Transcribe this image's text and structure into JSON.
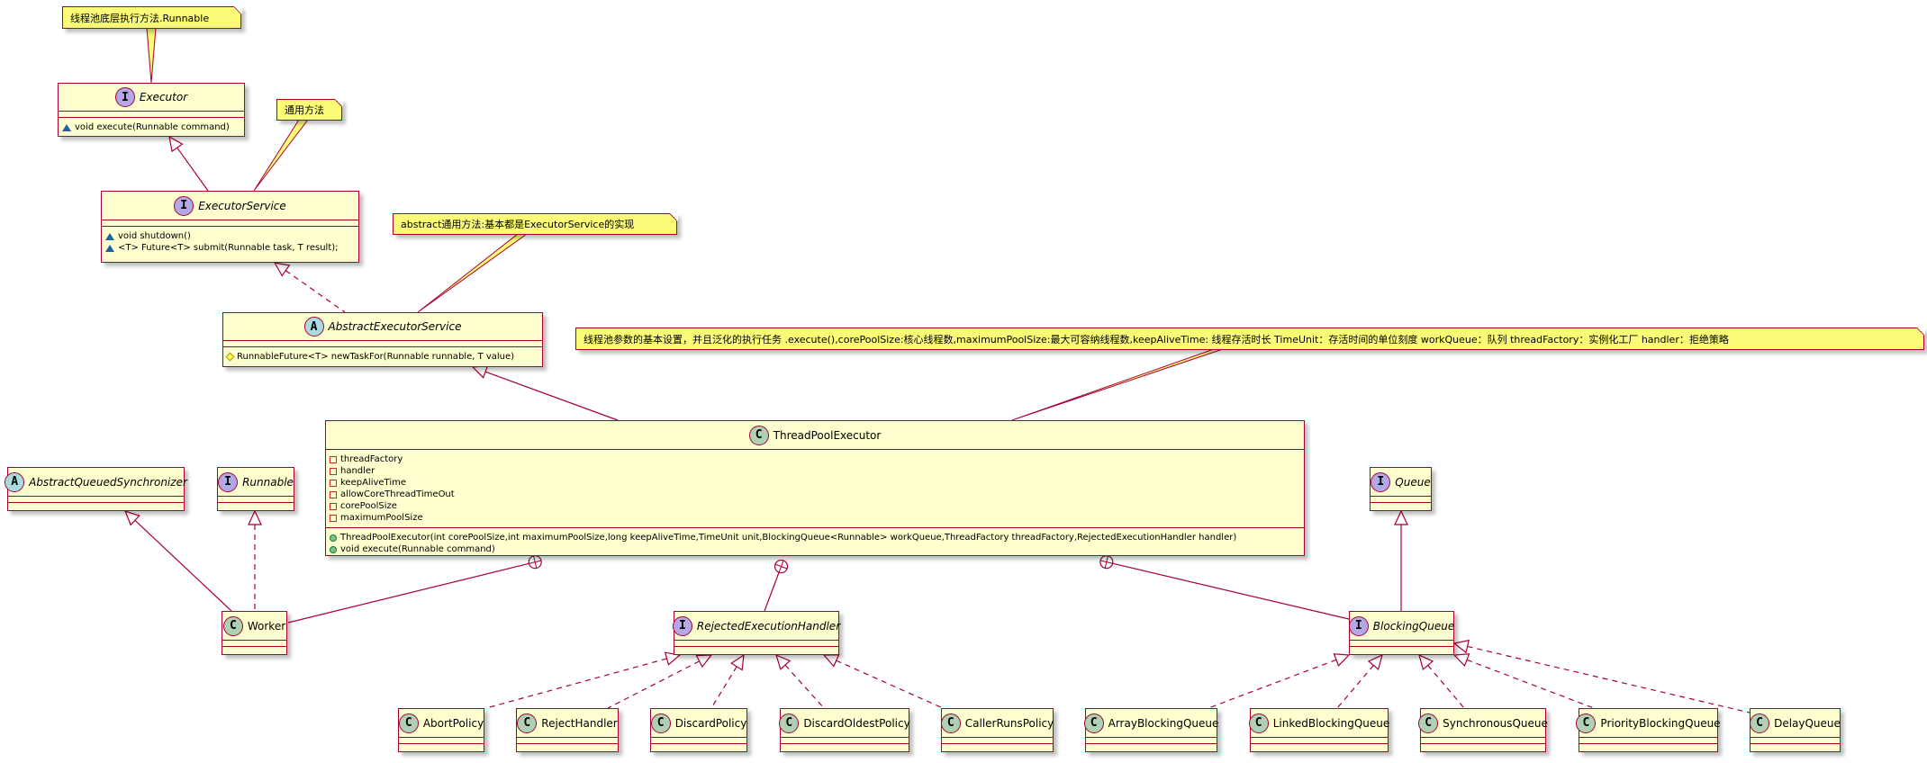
{
  "colors": {
    "border": "#A80036",
    "class_fill": "#FEFECE",
    "note_fill": "#FBFB77",
    "interface_badge": "#B4A7E5",
    "abstract_badge": "#A9DCDF",
    "class_badge": "#ADD1B2"
  },
  "notes": {
    "executor_note": "线程池底层执行方法.Runnable",
    "executor_service_note": "通用方法",
    "abstract_note": "abstract通用方法:基本都是ExecutorService的实现",
    "tpe_note": "线程池参数的基本设置，并且泛化的执行任务 .execute(),corePoolSize:核心线程数,maximumPoolSize:最大可容纳线程数,keepAliveTime: 线程存活时长 TimeUnit：存活时间的单位刻度 workQueue：队列 threadFactory：实例化工厂 handler：拒绝策略"
  },
  "classes": {
    "Executor": {
      "kind": "interface",
      "badge": "I",
      "name": "Executor",
      "fields": [],
      "methods": [
        {
          "vis": "package",
          "text": "void execute(Runnable command)"
        }
      ]
    },
    "ExecutorService": {
      "kind": "interface",
      "badge": "I",
      "name": "ExecutorService",
      "fields": [],
      "methods": [
        {
          "vis": "package",
          "text": "void shutdown()"
        },
        {
          "vis": "package",
          "text": "<T> Future<T> submit(Runnable task, T result);"
        }
      ]
    },
    "AbstractExecutorService": {
      "kind": "abstract",
      "badge": "A",
      "name": "AbstractExecutorService",
      "fields": [],
      "methods": [
        {
          "vis": "protected",
          "text": "RunnableFuture<T> newTaskFor(Runnable runnable, T value)"
        }
      ]
    },
    "ThreadPoolExecutor": {
      "kind": "class",
      "badge": "C",
      "name": "ThreadPoolExecutor",
      "fields": [
        {
          "vis": "private",
          "text": "threadFactory"
        },
        {
          "vis": "private",
          "text": "handler"
        },
        {
          "vis": "private",
          "text": "keepAliveTime"
        },
        {
          "vis": "private",
          "text": "allowCoreThreadTimeOut"
        },
        {
          "vis": "private",
          "text": "corePoolSize"
        },
        {
          "vis": "private",
          "text": "maximumPoolSize"
        }
      ],
      "methods": [
        {
          "vis": "public",
          "text": "ThreadPoolExecutor(int corePoolSize,int maximumPoolSize,long keepAliveTime,TimeUnit unit,BlockingQueue<Runnable> workQueue,ThreadFactory threadFactory,RejectedExecutionHandler handler)"
        },
        {
          "vis": "public",
          "text": "void execute(Runnable command)"
        }
      ]
    },
    "AbstractQueuedSynchronizer": {
      "kind": "abstract",
      "badge": "A",
      "name": "AbstractQueuedSynchronizer",
      "fields": [],
      "methods": []
    },
    "Runnable": {
      "kind": "interface",
      "badge": "I",
      "name": "Runnable",
      "fields": [],
      "methods": []
    },
    "Worker": {
      "kind": "class",
      "badge": "C",
      "name": "Worker",
      "fields": [],
      "methods": []
    },
    "RejectedExecutionHandler": {
      "kind": "interface",
      "badge": "I",
      "name": "RejectedExecutionHandler",
      "fields": [],
      "methods": []
    },
    "Queue": {
      "kind": "interface",
      "badge": "I",
      "name": "Queue",
      "fields": [],
      "methods": []
    },
    "BlockingQueue": {
      "kind": "interface",
      "badge": "I",
      "name": "BlockingQueue",
      "fields": [],
      "methods": []
    },
    "AbortPolicy": {
      "kind": "class",
      "badge": "C",
      "name": "AbortPolicy",
      "fields": [],
      "methods": []
    },
    "RejectHandler": {
      "kind": "class",
      "badge": "C",
      "name": "RejectHandler",
      "fields": [],
      "methods": []
    },
    "DiscardPolicy": {
      "kind": "class",
      "badge": "C",
      "name": "DiscardPolicy",
      "fields": [],
      "methods": []
    },
    "DiscardOldestPolicy": {
      "kind": "class",
      "badge": "C",
      "name": "DiscardOldestPolicy",
      "fields": [],
      "methods": []
    },
    "CallerRunsPolicy": {
      "kind": "class",
      "badge": "C",
      "name": "CallerRunsPolicy",
      "fields": [],
      "methods": []
    },
    "ArrayBlockingQueue": {
      "kind": "class",
      "badge": "C",
      "name": "ArrayBlockingQueue",
      "fields": [],
      "methods": []
    },
    "LinkedBlockingQueue": {
      "kind": "class",
      "badge": "C",
      "name": "LinkedBlockingQueue",
      "fields": [],
      "methods": []
    },
    "SynchronousQueue": {
      "kind": "class",
      "badge": "C",
      "name": "SynchronousQueue",
      "fields": [],
      "methods": []
    },
    "PriorityBlockingQueue": {
      "kind": "class",
      "badge": "C",
      "name": "PriorityBlockingQueue",
      "fields": [],
      "methods": []
    },
    "DelayQueue": {
      "kind": "class",
      "badge": "C",
      "name": "DelayQueue",
      "fields": [],
      "methods": []
    }
  },
  "relations": [
    {
      "from": "ExecutorService",
      "to": "Executor",
      "type": "extends"
    },
    {
      "from": "AbstractExecutorService",
      "to": "ExecutorService",
      "type": "implements"
    },
    {
      "from": "ThreadPoolExecutor",
      "to": "AbstractExecutorService",
      "type": "extends"
    },
    {
      "from": "Worker",
      "to": "AbstractQueuedSynchronizer",
      "type": "extends"
    },
    {
      "from": "Worker",
      "to": "Runnable",
      "type": "implements"
    },
    {
      "from": "Worker",
      "to": "ThreadPoolExecutor",
      "type": "nested"
    },
    {
      "from": "RejectedExecutionHandler",
      "to": "ThreadPoolExecutor",
      "type": "nested"
    },
    {
      "from": "BlockingQueue",
      "to": "ThreadPoolExecutor",
      "type": "nested"
    },
    {
      "from": "BlockingQueue",
      "to": "Queue",
      "type": "extends"
    },
    {
      "from": "AbortPolicy",
      "to": "RejectedExecutionHandler",
      "type": "implements"
    },
    {
      "from": "RejectHandler",
      "to": "RejectedExecutionHandler",
      "type": "implements"
    },
    {
      "from": "DiscardPolicy",
      "to": "RejectedExecutionHandler",
      "type": "implements"
    },
    {
      "from": "DiscardOldestPolicy",
      "to": "RejectedExecutionHandler",
      "type": "implements"
    },
    {
      "from": "CallerRunsPolicy",
      "to": "RejectedExecutionHandler",
      "type": "implements"
    },
    {
      "from": "ArrayBlockingQueue",
      "to": "BlockingQueue",
      "type": "implements"
    },
    {
      "from": "LinkedBlockingQueue",
      "to": "BlockingQueue",
      "type": "implements"
    },
    {
      "from": "SynchronousQueue",
      "to": "BlockingQueue",
      "type": "implements"
    },
    {
      "from": "PriorityBlockingQueue",
      "to": "BlockingQueue",
      "type": "implements"
    },
    {
      "from": "DelayQueue",
      "to": "BlockingQueue",
      "type": "implements"
    }
  ]
}
